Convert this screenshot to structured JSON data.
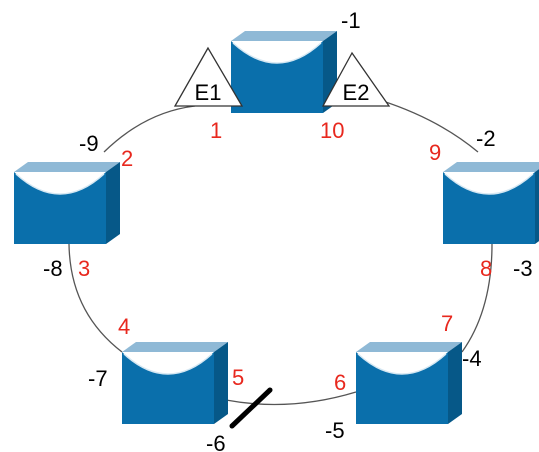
{
  "colors": {
    "switch_front": "#0a6fab",
    "switch_top": "#8fb9d6",
    "switch_side": "#065888",
    "port_label": "#e8281e",
    "link_label": "#000000",
    "ring": "#555555",
    "break_mark": "#000000"
  },
  "edges": {
    "left": "E1",
    "right": "E2"
  },
  "link_labels": [
    "-1",
    "-2",
    "-3",
    "-4",
    "-5",
    "-6",
    "-7",
    "-8",
    "-9"
  ],
  "port_labels": [
    "1",
    "2",
    "3",
    "4",
    "5",
    "6",
    "7",
    "8",
    "9",
    "10"
  ]
}
